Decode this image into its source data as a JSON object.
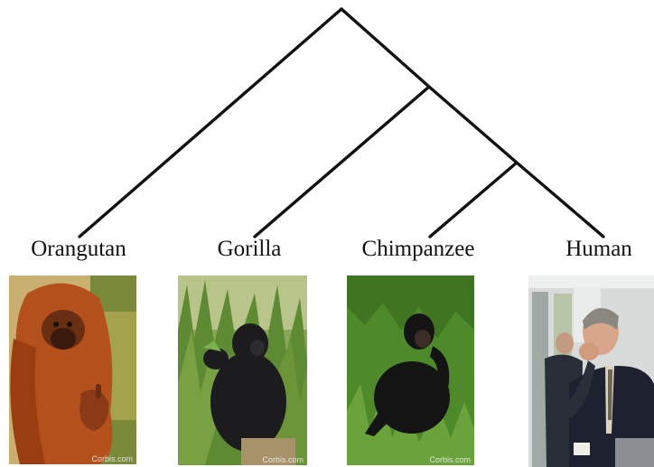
{
  "taxa": [
    {
      "name": "Orangutan",
      "photo_credit": "Corbis.com"
    },
    {
      "name": "Gorilla",
      "photo_credit": "Corbis.com"
    },
    {
      "name": "Chimpanzee",
      "photo_credit": "Corbis.com"
    },
    {
      "name": "Human",
      "photo_credit": ""
    }
  ],
  "tree_topology": "(Orangutan, (Gorilla, (Chimpanzee, Human)))",
  "colors": {
    "line": "#111111",
    "orangutan_fur": "#b4501c",
    "gorilla_fur": "#1c1c1e",
    "chimp_fur": "#141414",
    "foliage": "#5e8f2e",
    "suit": "#1e2230"
  }
}
